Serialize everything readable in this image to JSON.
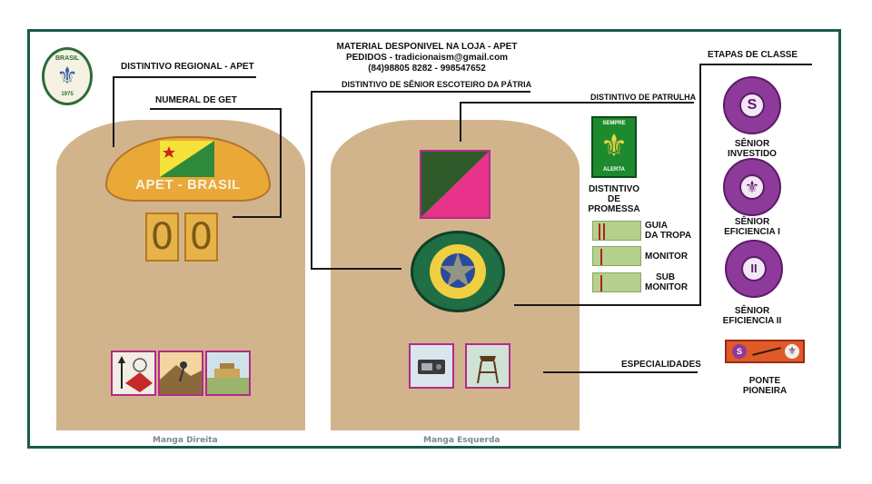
{
  "header": {
    "line1": "MATERIAL DESPONIVEL NA LOJA - APET",
    "line2": "PEDIDOS - tradicionaism@gmail.com",
    "line3": "(84)98805 8282 - 998547652"
  },
  "logo": {
    "top_text": "BRASIL",
    "bottom_text": "1975"
  },
  "labels": {
    "regional": "DISTINTIVO REGIONAL - APET",
    "numeral": "NUMERAL DE GET",
    "patria": "DISTINTIVO DE SÊNIOR ESCOTEIRO DA PÁTRIA",
    "patrulha": "DISTINTIVO DE PATRULHA",
    "etapas": "ETAPAS DE  CLASSE",
    "promessa": [
      "DISTINTIVO",
      "DE",
      "PROMESSA"
    ],
    "especialidades": "ESPECIALIDADES",
    "ponte": [
      "PONTE",
      "PIONEIRA"
    ]
  },
  "regional_badge": {
    "text": "APET - BRASIL"
  },
  "numeral_digits": [
    "0",
    "0"
  ],
  "promessa_badge": {
    "top": "SEMPRE",
    "bottom": "ALERTA"
  },
  "ranks": [
    {
      "label": [
        "GUIA",
        "DA TROPA"
      ],
      "stripes": 2
    },
    {
      "label": [
        "MONITOR"
      ],
      "stripes": 1
    },
    {
      "label": [
        "SUB",
        "MONITOR"
      ],
      "stripes": 1
    }
  ],
  "classes": [
    {
      "symbol": "S",
      "label": [
        "SÊNIOR",
        "INVESTIDO"
      ]
    },
    {
      "symbol": "⚜",
      "label": [
        "SÊNIOR",
        "EFICIENCIA I"
      ]
    },
    {
      "symbol": "II",
      "label": [
        "SÊNIOR",
        "EFICIENCIA II"
      ]
    }
  ],
  "captions": {
    "right": "Manga Direita",
    "left": "Manga Esquerda"
  },
  "colors": {
    "frame": "#1c5a4e",
    "sleeve": "#d2b48c",
    "purple": "#8e3a9a",
    "pink": "#e8338a",
    "green": "#2e5a2a"
  }
}
